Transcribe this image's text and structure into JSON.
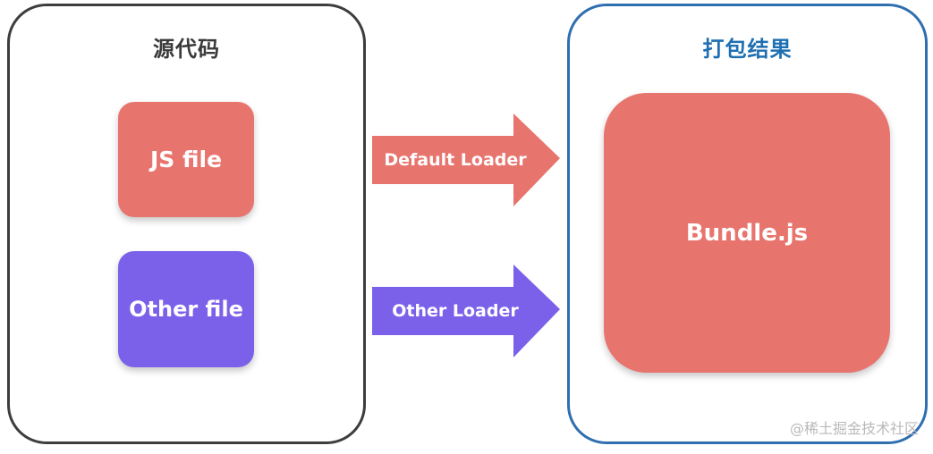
{
  "source_panel": {
    "title": "源代码",
    "js_file_label": "JS file",
    "other_file_label": "Other file"
  },
  "loaders": {
    "default_label": "Default Loader",
    "other_label": "Other Loader"
  },
  "output_panel": {
    "title": "打包结果",
    "bundle_label": "Bundle.js"
  },
  "watermark": "@稀土掘金技术社区",
  "colors": {
    "js": "#e8746e",
    "other": "#7b61e9",
    "source_border": "#3d3d3d",
    "output_border": "#2f6faf",
    "output_title": "#1f6fb2"
  }
}
